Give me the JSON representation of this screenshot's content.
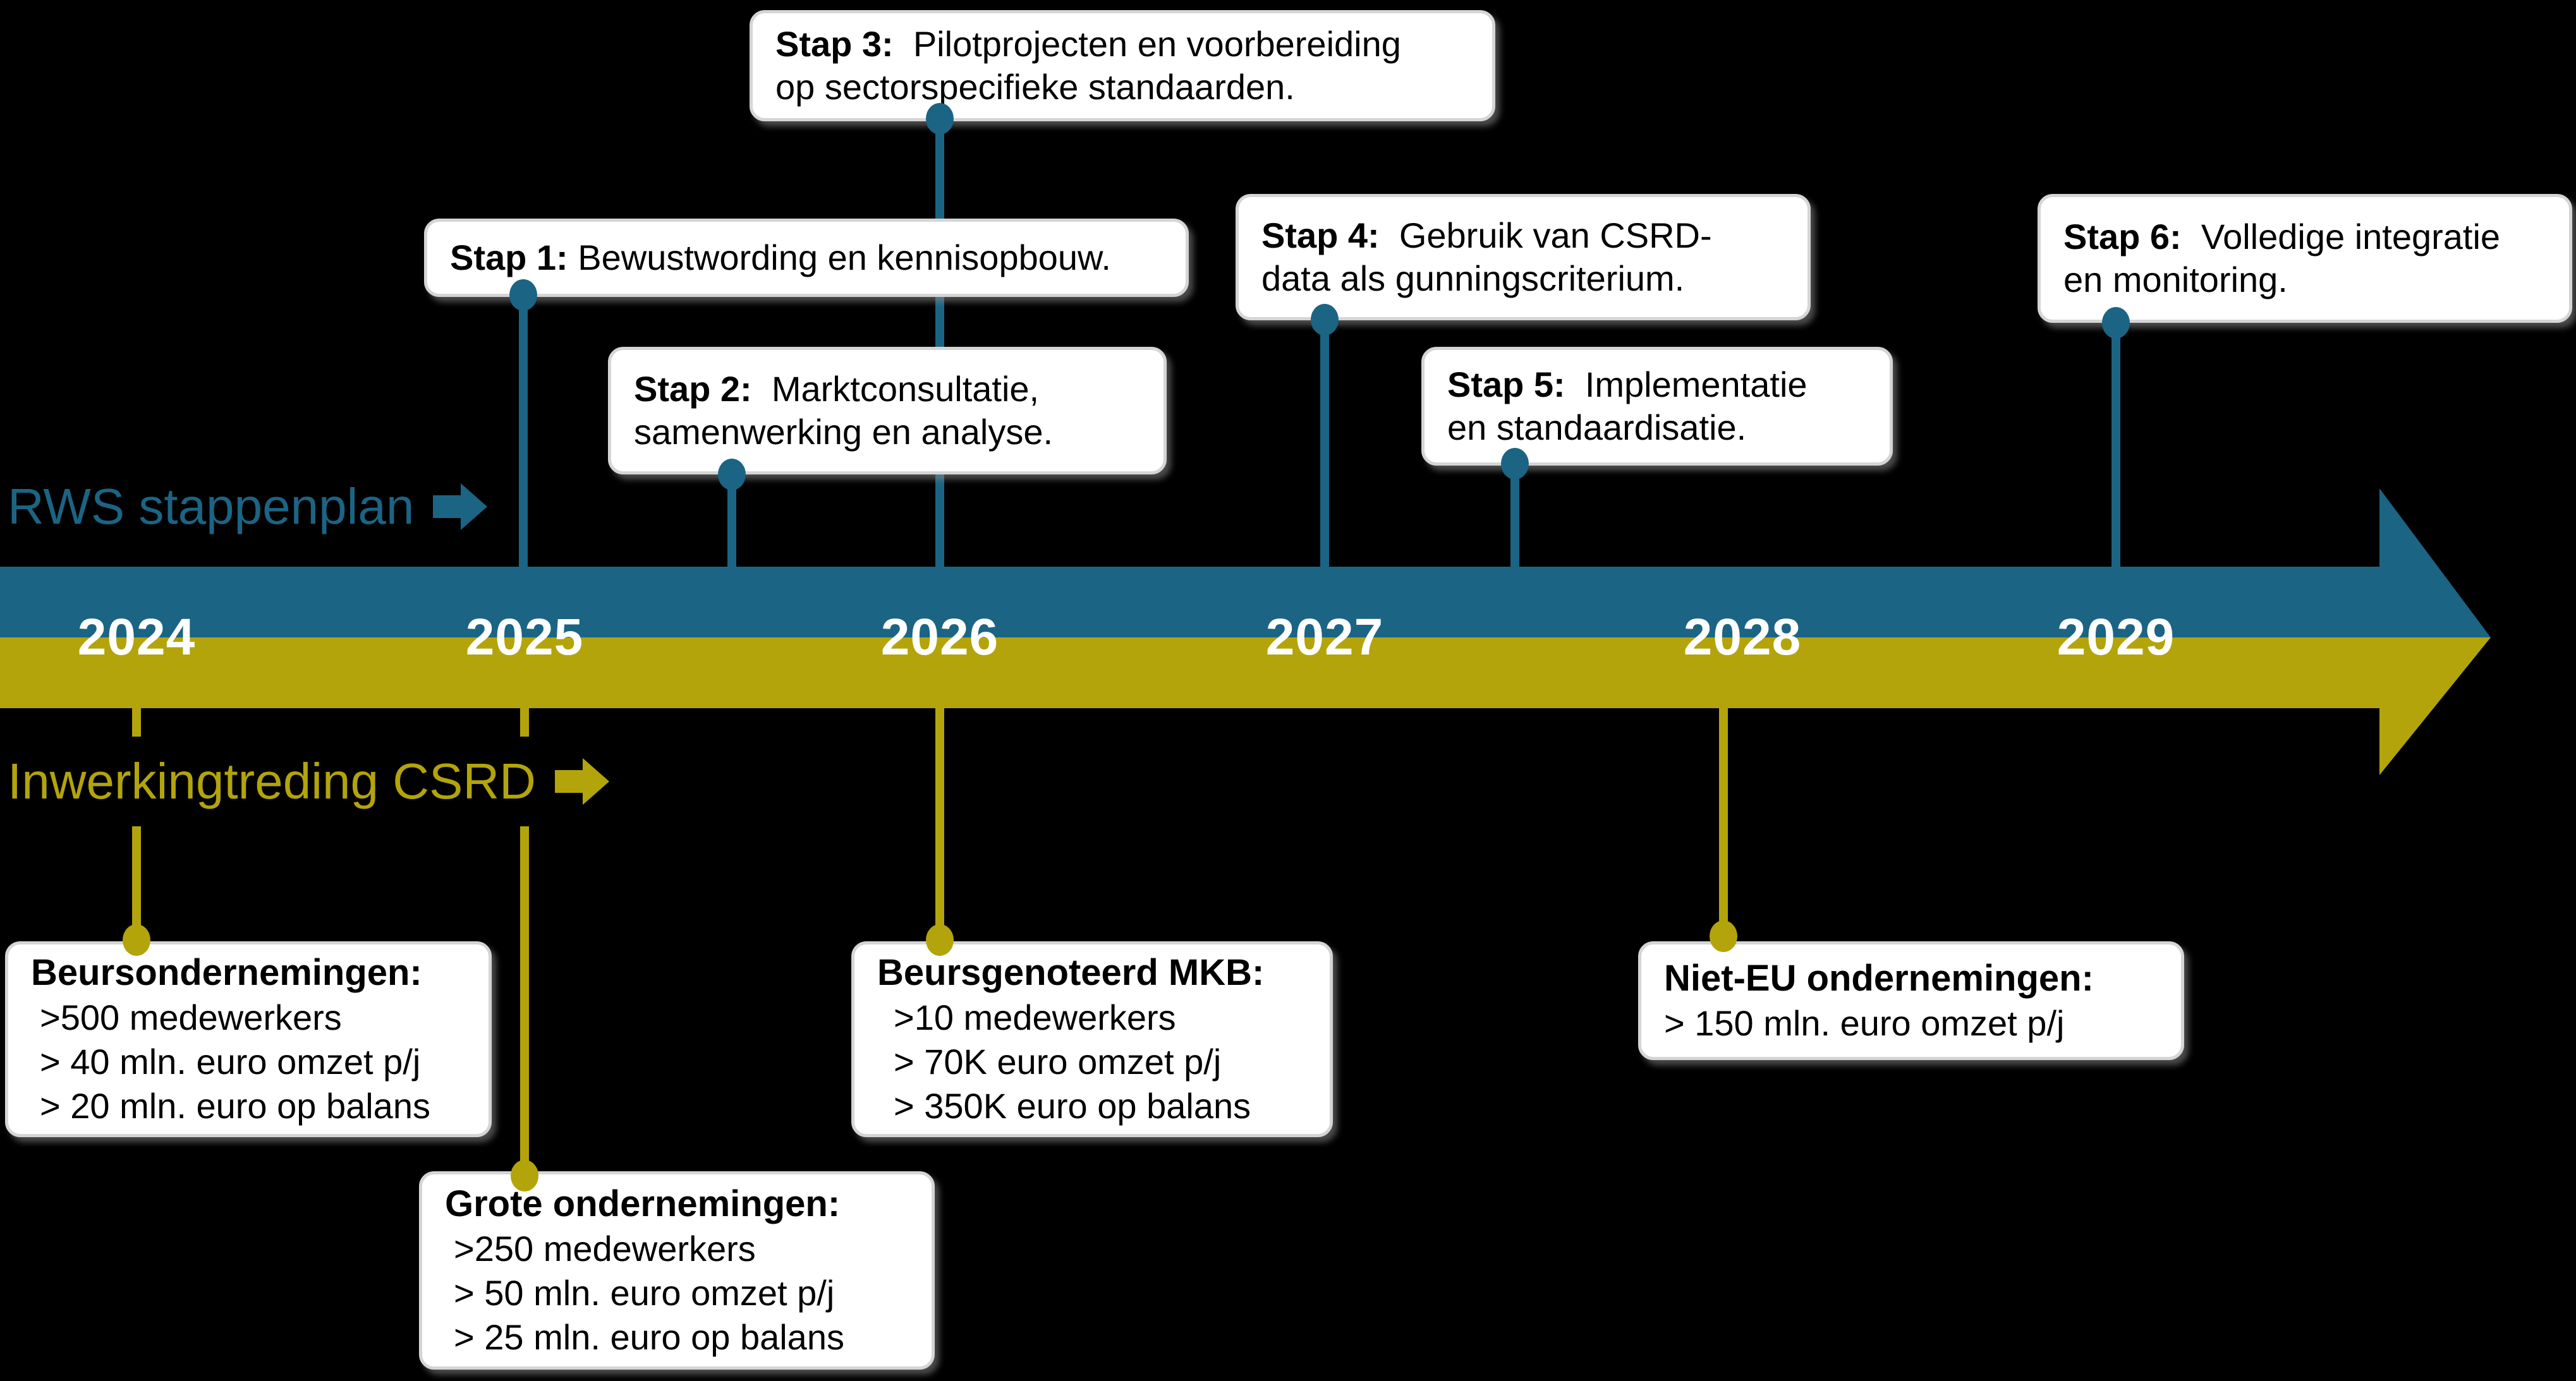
{
  "colors": {
    "teal": "#1B6484",
    "gold": "#B3A40B",
    "background": "#000000",
    "box_background": "#FFFFFF",
    "box_border": "#D5D5D5",
    "year_text": "#FFFFFF"
  },
  "labels": {
    "rws": "RWS stappenplan",
    "csrd": "Inwerkingtreding CSRD"
  },
  "timeline": {
    "years": [
      "2024",
      "2025",
      "2026",
      "2027",
      "2028",
      "2029"
    ]
  },
  "steps": [
    {
      "title": "Stap 1:",
      "text": "Bewustwording en kennisopbouw."
    },
    {
      "title": "Stap 2:",
      "text": "Marktconsultatie,\nsamenwerking en analyse."
    },
    {
      "title": "Stap 3:",
      "text": "Pilotprojecten en voorbereiding\nop sectorspecifieke standaarden."
    },
    {
      "title": "Stap 4:",
      "text": "Gebruik van CSRD-\ndata als gunningscriterium."
    },
    {
      "title": "Stap 5:",
      "text": "Implementatie\nen standaardisatie."
    },
    {
      "title": "Stap 6:",
      "text": "Volledige integratie\nen monitoring."
    }
  ],
  "milestones": [
    {
      "title": "Beursondernemingen:",
      "items": [
        ">500 medewerkers",
        "> 40 mln. euro omzet p/j",
        "> 20 mln. euro op balans"
      ]
    },
    {
      "title": "Grote ondernemingen:",
      "items": [
        ">250 medewerkers",
        "> 50 mln. euro omzet p/j",
        "> 25 mln. euro op balans"
      ]
    },
    {
      "title": "Beursgenoteerd MKB:",
      "items": [
        ">10 medewerkers",
        "> 70K euro omzet p/j",
        "> 350K euro op balans"
      ]
    },
    {
      "title": "Niet-EU ondernemingen:",
      "items": [
        "> 150 mln. euro omzet p/j"
      ]
    }
  ]
}
